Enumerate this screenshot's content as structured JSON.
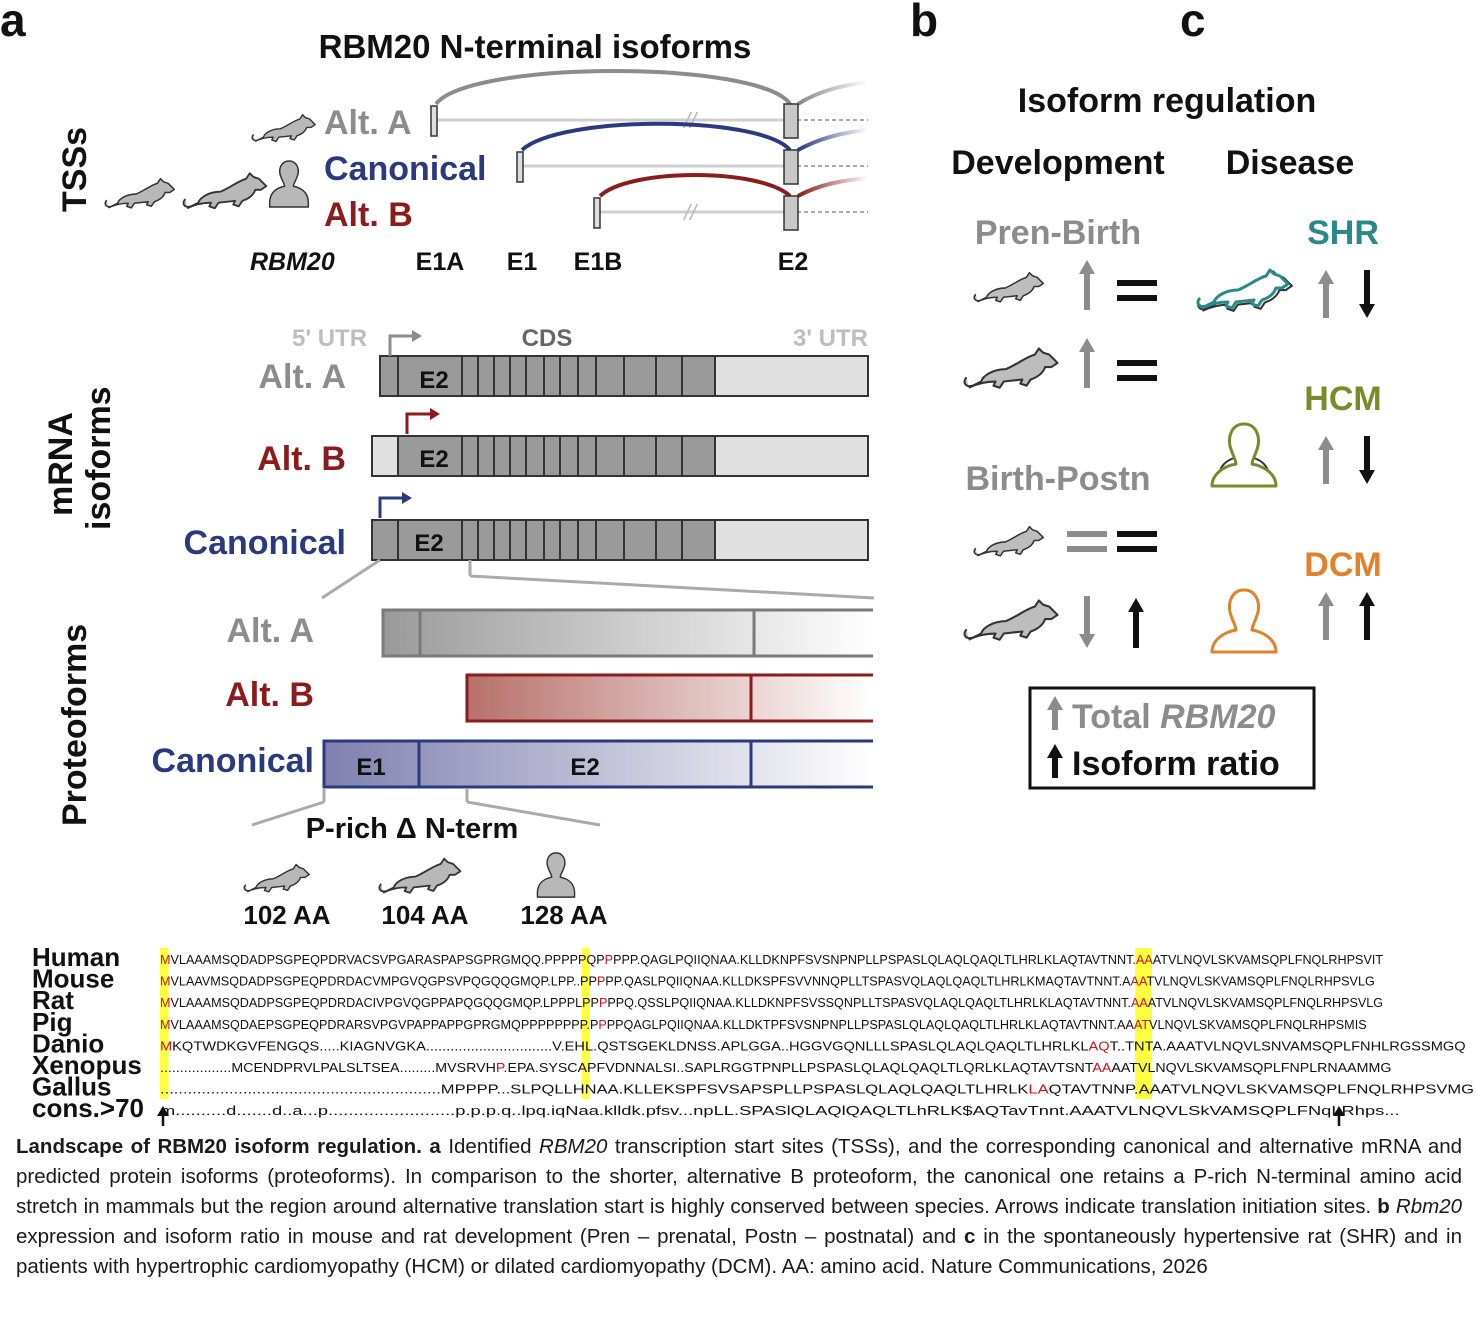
{
  "panels": {
    "a": "a",
    "b": "b",
    "c": "c"
  },
  "a": {
    "title": "RBM20 N-terminal isoforms",
    "section_tss": "TSSs",
    "section_mrna_1": "mRNA",
    "section_mrna_2": "isoforms",
    "section_proteo": "Proteoforms",
    "tss": {
      "alt_a": "Alt. A",
      "canonical": "Canonical",
      "alt_b": "Alt. B",
      "gene": "RBM20",
      "exons": [
        "E1A",
        "E1",
        "E1B",
        "E2"
      ]
    },
    "mrna": {
      "utr5": "5' UTR",
      "cds": "CDS",
      "utr3": "3' UTR",
      "rows": [
        {
          "label": "Alt. A",
          "exon": "E2"
        },
        {
          "label": "Alt. B",
          "exon": "E2"
        },
        {
          "label": "Canonical",
          "exon": "E2"
        }
      ]
    },
    "proteo": {
      "alt_a": "Alt. A",
      "alt_b": "Alt. B",
      "canonical": "Canonical",
      "e1": "E1",
      "e2": "E2",
      "prich": "P-rich Δ N-term",
      "lengths": [
        "102 AA",
        "104 AA",
        "128 AA"
      ]
    },
    "alignment": {
      "species": [
        "Human",
        "Mouse",
        "Rat",
        "Pig",
        "Danio",
        "Xenopus",
        "Gallus",
        "cons.>70"
      ],
      "sequences": [
        "MVLAAAMSQDADPSGPEQPDRVACSVPGARASPAPSGPRGMQQ.PPPPPQPPPPP.QAGLPQIIQNAA.KLLDKNPFSVSNPNPLLPSPASLQLAQLQAQLTLHRLKLAQTAVTNNT.AAATVLNQVLSKVAMSQPLFNQLRHPSVIT",
        "MVLAAVMSQDADPSGPEQPDRDACVMPGVQGPSVPQGQQGMQP.LPP..PPPPP.QASLPQIIQNAA.KLLDKSPFSVVNNQPLLTSPASVQLAQLQAQLTLHRLKMAQTAVTNNT.AAATVLNQVLSKVAMSQPLFNQLRHPSVLG",
        "MVLAAAMSQDADPSGPEQPDRDACIVPGVQGPPAPQGQQGMQP.LPPPLPPPPPQ.QSSLPQIIQNAA.KLLDKNPFSVSSQNPLLTSPASVQLAQLQAQLTLHRLKLAQTAVTNNT.AAATVLNQVLSKVAMSQPLFNQLRHPSVLG",
        "MVLAAAMSQDAEPSGPEQPDRARSVPGVPAPPAPPGPRGMQPPPPPPPP.PPPPQAGLPQIIQNAA.KLLDKTPFSVSNPNPLLPSPASLQLAQLQAQLTLHRLKLAQTAVTNNT.AAATVLNQVLSKVAMSQPLFNQLRHPSMIS",
        "MKQTWDKGVFENGQS.....KIAGNVGKA...............................V.EHL.QSTSGEKLDNSS.APLGGA..HGGVGQNLLLSPASLQLAQLQAQLTLHRLKLAQT..TNTA.AAATVLNQVLSNVAMSQPLFNHLRGSSMGQ",
        "..................MCENDPRVLPALSLTSEA.........MVSRVHP.EPA.SYSCAPFVDNNALSI..SAPLRGGTPNPLLPSPASLQLAQLQAQLTLQRLKLAQTAVTSNTAAAATVLNQVLSKVAMSQPLFNPLRNAAMMG",
        ".............................................................MPPPP...SLPQLLHNAA.KLLEKSPFSVSAPSPLLPSPASLQLAQLQAQLTLHRLKLAQTAVTNNP.AAATVLNQVLSKVAMSQPLFNQLRHPSVMG",
        "m..........d.......d..a...p.........................p.p.p.q..lpq.iqNaa.klldk.pfsv...npLL.SPASlQLAQlQAQLTLhRLK$AQTavTnnt.AAATVLNQVLSkVAMSQPLFNqLRhps..."
      ]
    }
  },
  "b": {
    "title": "Isoform regulation",
    "dev_header": "Development",
    "pren": "Pren-Birth",
    "postn": "Birth-Postn"
  },
  "c": {
    "disease_header": "Disease",
    "shr": "SHR",
    "hcm": "HCM",
    "dcm": "DCM",
    "legend_total_pre": "Total ",
    "legend_total_gene": "RBM20",
    "legend_ratio": "Isoform ratio"
  },
  "colors": {
    "gray": "#8c8c8c",
    "canonical": "#2b3a7f",
    "alt_b": "#8b1c1c",
    "shr": "#2a8a8a",
    "hcm": "#7a8a2a",
    "dcm": "#e0822a",
    "proteo_alt_b": "#b8706a",
    "proteo_canonical": "#8080b0",
    "highlight_red": "#e8202a",
    "highlight_yellow": "#ffff40"
  },
  "caption": {
    "title": "Landscape of RBM20 isoform regulation.",
    "a_label": "a",
    "a_pre": " Identified ",
    "a_gene": "RBM20",
    "a_text": " transcription start sites (TSSs), and the corresponding canonical and alternative mRNA and predicted protein isoforms (proteoforms). In comparison to the shorter, alternative B proteoform, the canonical one retains a P-rich N-terminal amino acid stretch in mammals but the region around alternative translation start is highly conserved between species. Arrows indicate translation initiation sites. ",
    "b_label": "b",
    "b_gene": "Rbm20",
    "b_text": " expression and isoform ratio in mouse and rat development (Pren – prenatal, Postn – postnatal) and ",
    "c_label": "c",
    "c_text": " in the spontaneously hypertensive rat (SHR) and in patients with hypertrophic cardiomyopathy (HCM) or dilated cardiomyopathy (DCM). AA: amino acid. Nature Communications, 2026"
  }
}
